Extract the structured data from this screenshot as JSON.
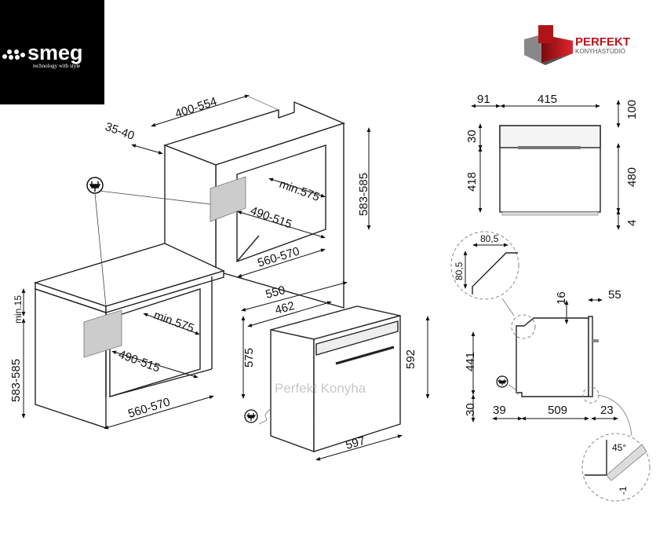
{
  "logos": {
    "brand": "smeg",
    "brand_tagline": "technology with style",
    "dealer": "PERFEKT",
    "dealer_sub": "KONYHASTÚDIÓ"
  },
  "watermark": "Perfekt Konyha",
  "tall_cabinet": {
    "depth": "400-554",
    "gap": "35-40",
    "height": "583-585",
    "min_depth": "min.575",
    "inner_width": "490-515",
    "width": "560-570"
  },
  "under_counter": {
    "min_gap": "min.15",
    "height": "583-585",
    "min_depth": "min.575",
    "inner_width": "490-515",
    "width": "560-570"
  },
  "oven": {
    "depth_total": "550",
    "depth_body": "462",
    "height_body": "575",
    "height_front": "592",
    "width_front": "597"
  },
  "front_view": {
    "left_offset": "91",
    "panel_width": "415",
    "top_margin": "100",
    "control_height": "30",
    "door_height": "418",
    "body_height": "480",
    "bottom_gap": "4"
  },
  "side_view": {
    "chamfer_w": "80,5",
    "chamfer_h": "80,5",
    "top_gap": "16",
    "handle_depth": "55",
    "height": "441",
    "base": "30",
    "rear": "39",
    "depth": "509",
    "door": "23",
    "angle": "45°",
    "offset": "-1"
  },
  "colors": {
    "brand_bg": "#000000",
    "dealer_red": "#c0141c",
    "dealer_grey": "#555555"
  }
}
